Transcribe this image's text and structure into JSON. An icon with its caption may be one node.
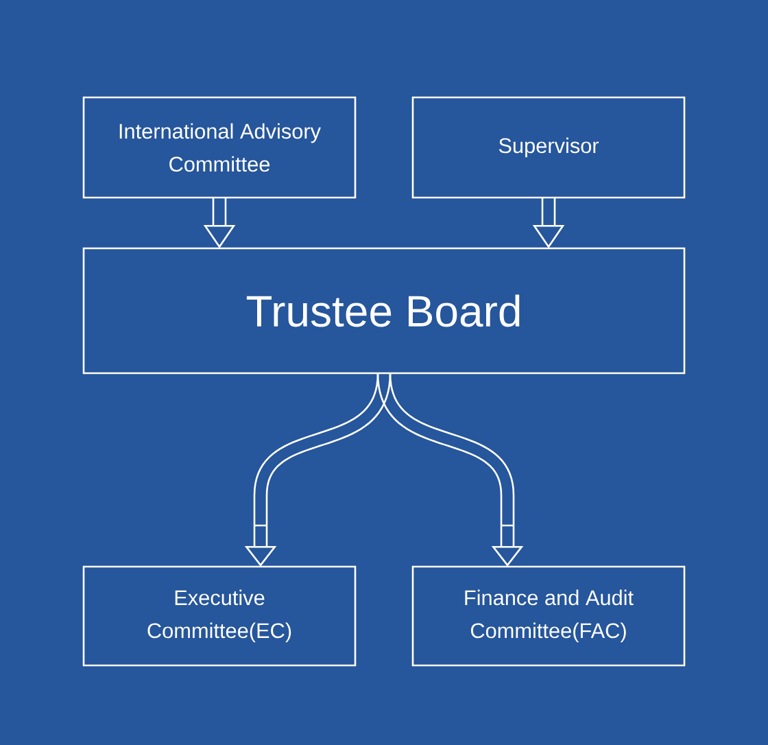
{
  "diagram": {
    "nodes": [
      {
        "text": [
          "International Advisory Committee"
        ]
      },
      {
        "text": [
          "Supervisor"
        ]
      },
      {
        "text": [
          "Trustee Board"
        ]
      },
      {
        "text": [
          "Executive Committee(EC)"
        ]
      },
      {
        "text": [
          "Finance and Audit Committee(FAC)"
        ]
      }
    ],
    "edges": [
      {
        "from": 0,
        "to": 2,
        "arrow": "to"
      },
      {
        "from": 1,
        "to": 2,
        "arrow": "to"
      },
      {
        "from": 2,
        "to": 3,
        "arrow": "to"
      },
      {
        "from": 2,
        "to": 4,
        "arrow": "to"
      }
    ]
  }
}
